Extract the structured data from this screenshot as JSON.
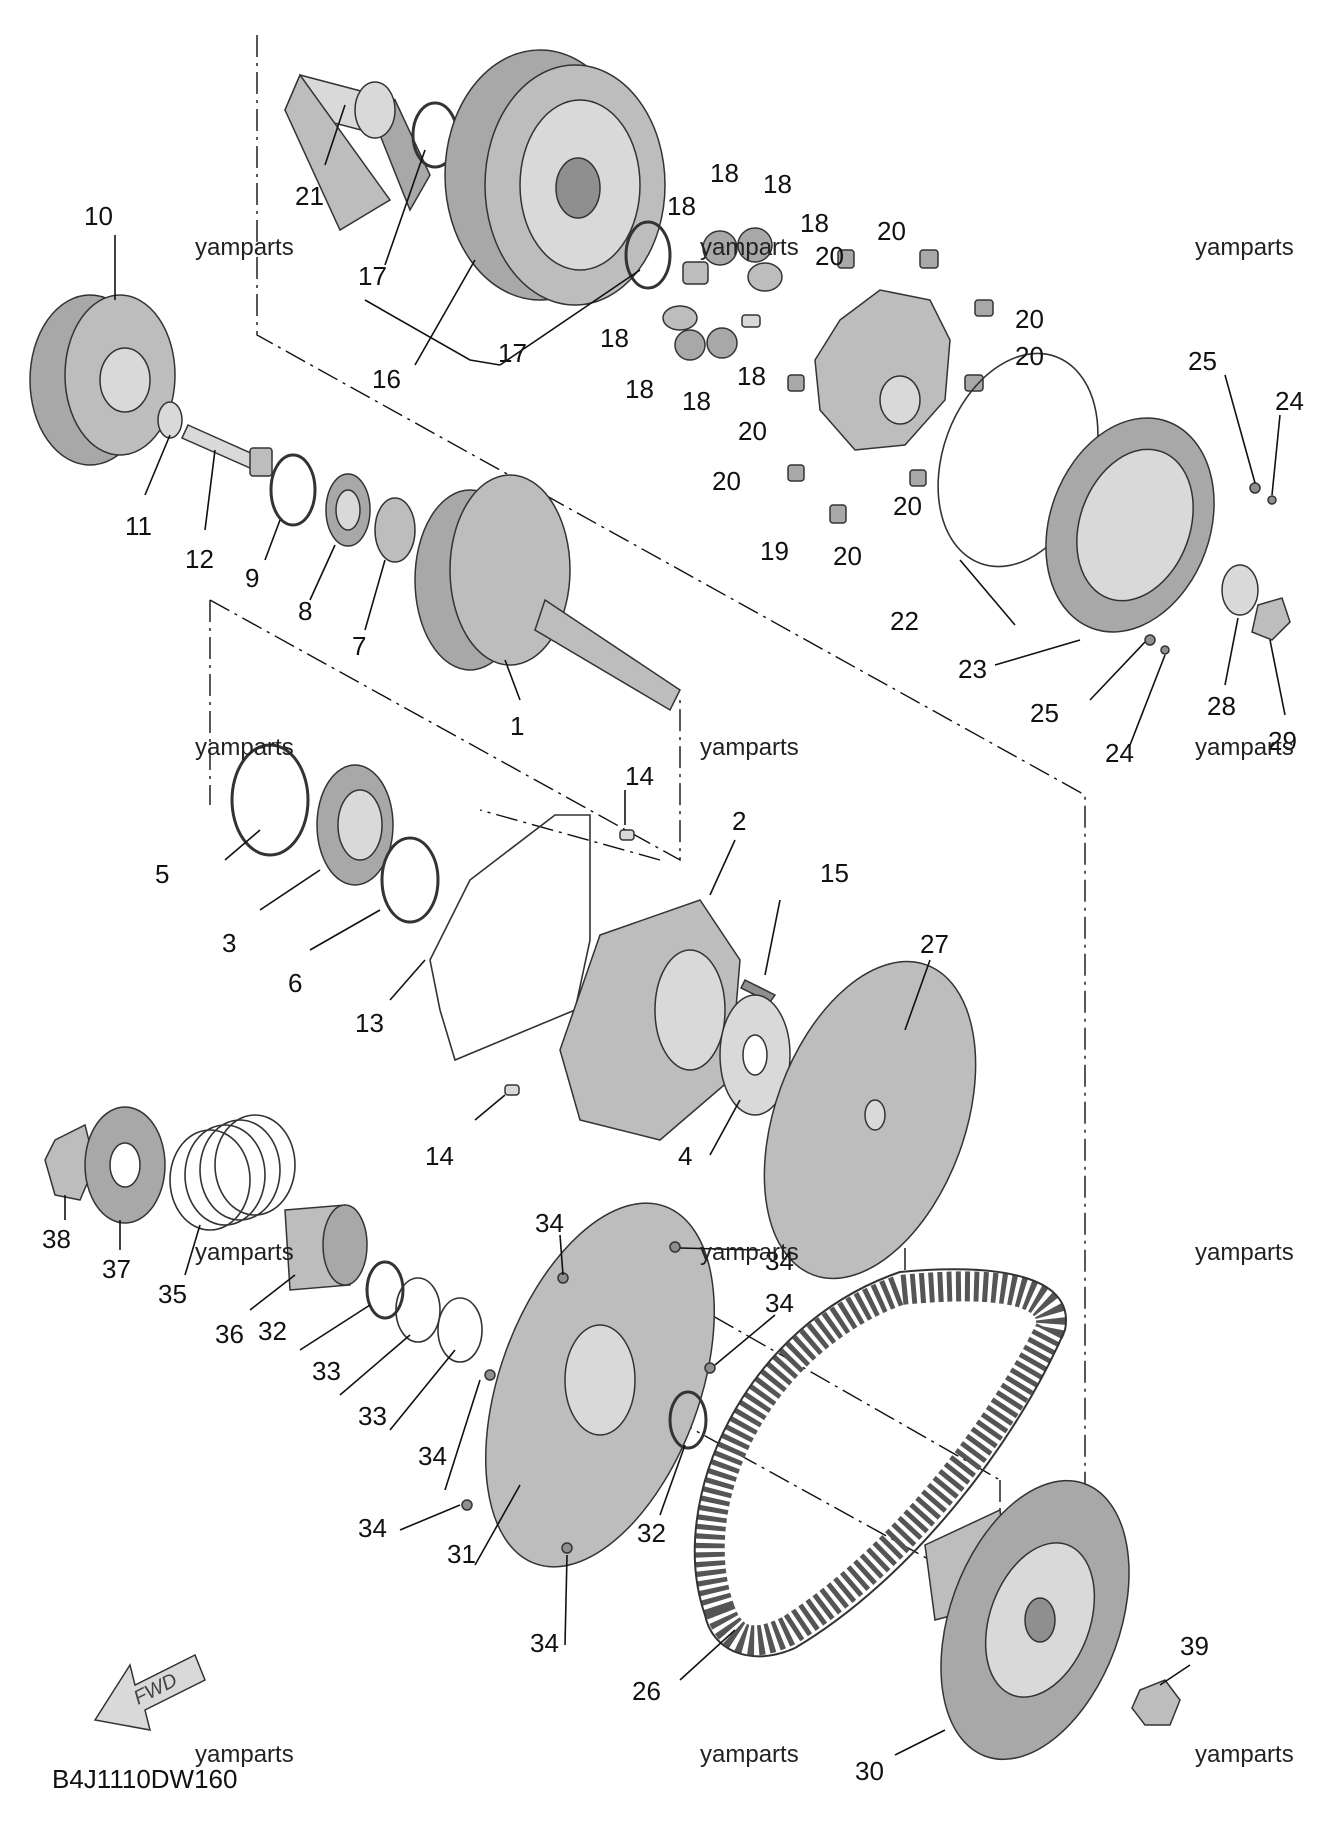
{
  "diagram": {
    "code": "B4J1110DW160",
    "fwd_label": "FWD",
    "watermark": "yamparts",
    "callouts": [
      "1",
      "2",
      "3",
      "4",
      "5",
      "6",
      "7",
      "8",
      "9",
      "10",
      "11",
      "12",
      "13",
      "14",
      "15",
      "16",
      "17",
      "18",
      "19",
      "20",
      "21",
      "22",
      "23",
      "24",
      "25",
      "26",
      "27",
      "28",
      "29",
      "30",
      "31",
      "32",
      "33",
      "34",
      "35",
      "36",
      "37",
      "38",
      "39"
    ],
    "colors": {
      "line": "#111111",
      "part_fill": "#bdbdbd",
      "background": "#ffffff"
    }
  }
}
